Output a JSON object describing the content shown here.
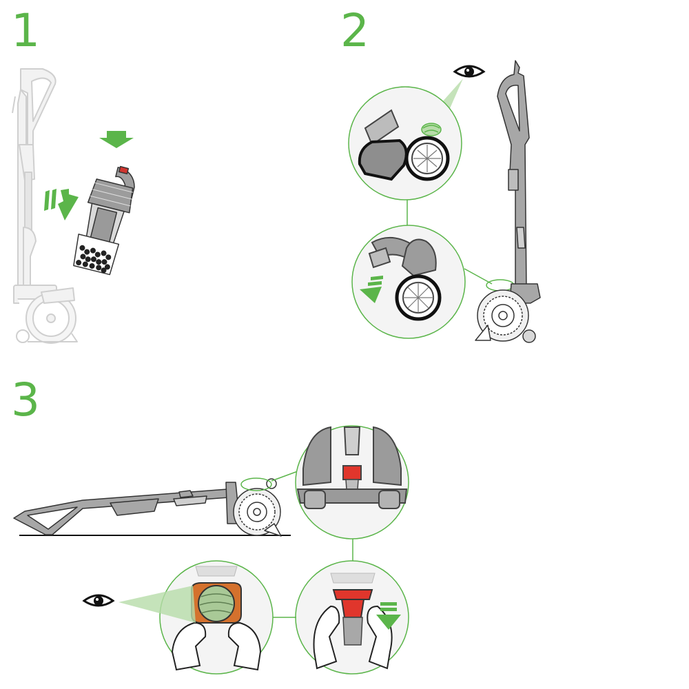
{
  "steps": [
    {
      "number": "1"
    },
    {
      "number": "2"
    },
    {
      "number": "3"
    }
  ],
  "colors": {
    "accent_green": "#5bb54a",
    "light_green": "#b7dca9",
    "body_gray": "#a7a7a7",
    "light_gray": "#e3e3e3",
    "dark_outline": "#222222",
    "red_part": "#e0362c",
    "orange_part": "#d4712d"
  },
  "icons": [
    "eye-icon",
    "down-arrow-icon",
    "motion-arrow-icon"
  ]
}
